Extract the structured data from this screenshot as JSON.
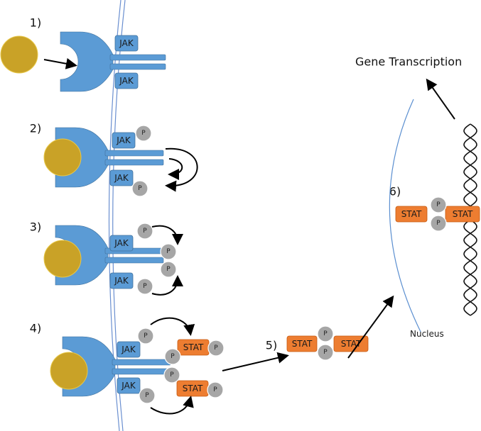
{
  "steps": [
    "1)",
    "2)",
    "3)",
    "4)",
    "5)",
    "6)"
  ],
  "labels": {
    "jak": "JAK",
    "stat": "STAT",
    "phosphate": "P",
    "nucleus": "Nucleus",
    "gene_transcription": "Gene Transcription"
  },
  "colors": {
    "receptor": "#5B9BD5",
    "receptor_stroke": "#41719C",
    "ligand": "#C9A227",
    "stat": "#ED7D31",
    "phosphate": "#A6A6A6",
    "membrane": "#6A8FD0"
  }
}
